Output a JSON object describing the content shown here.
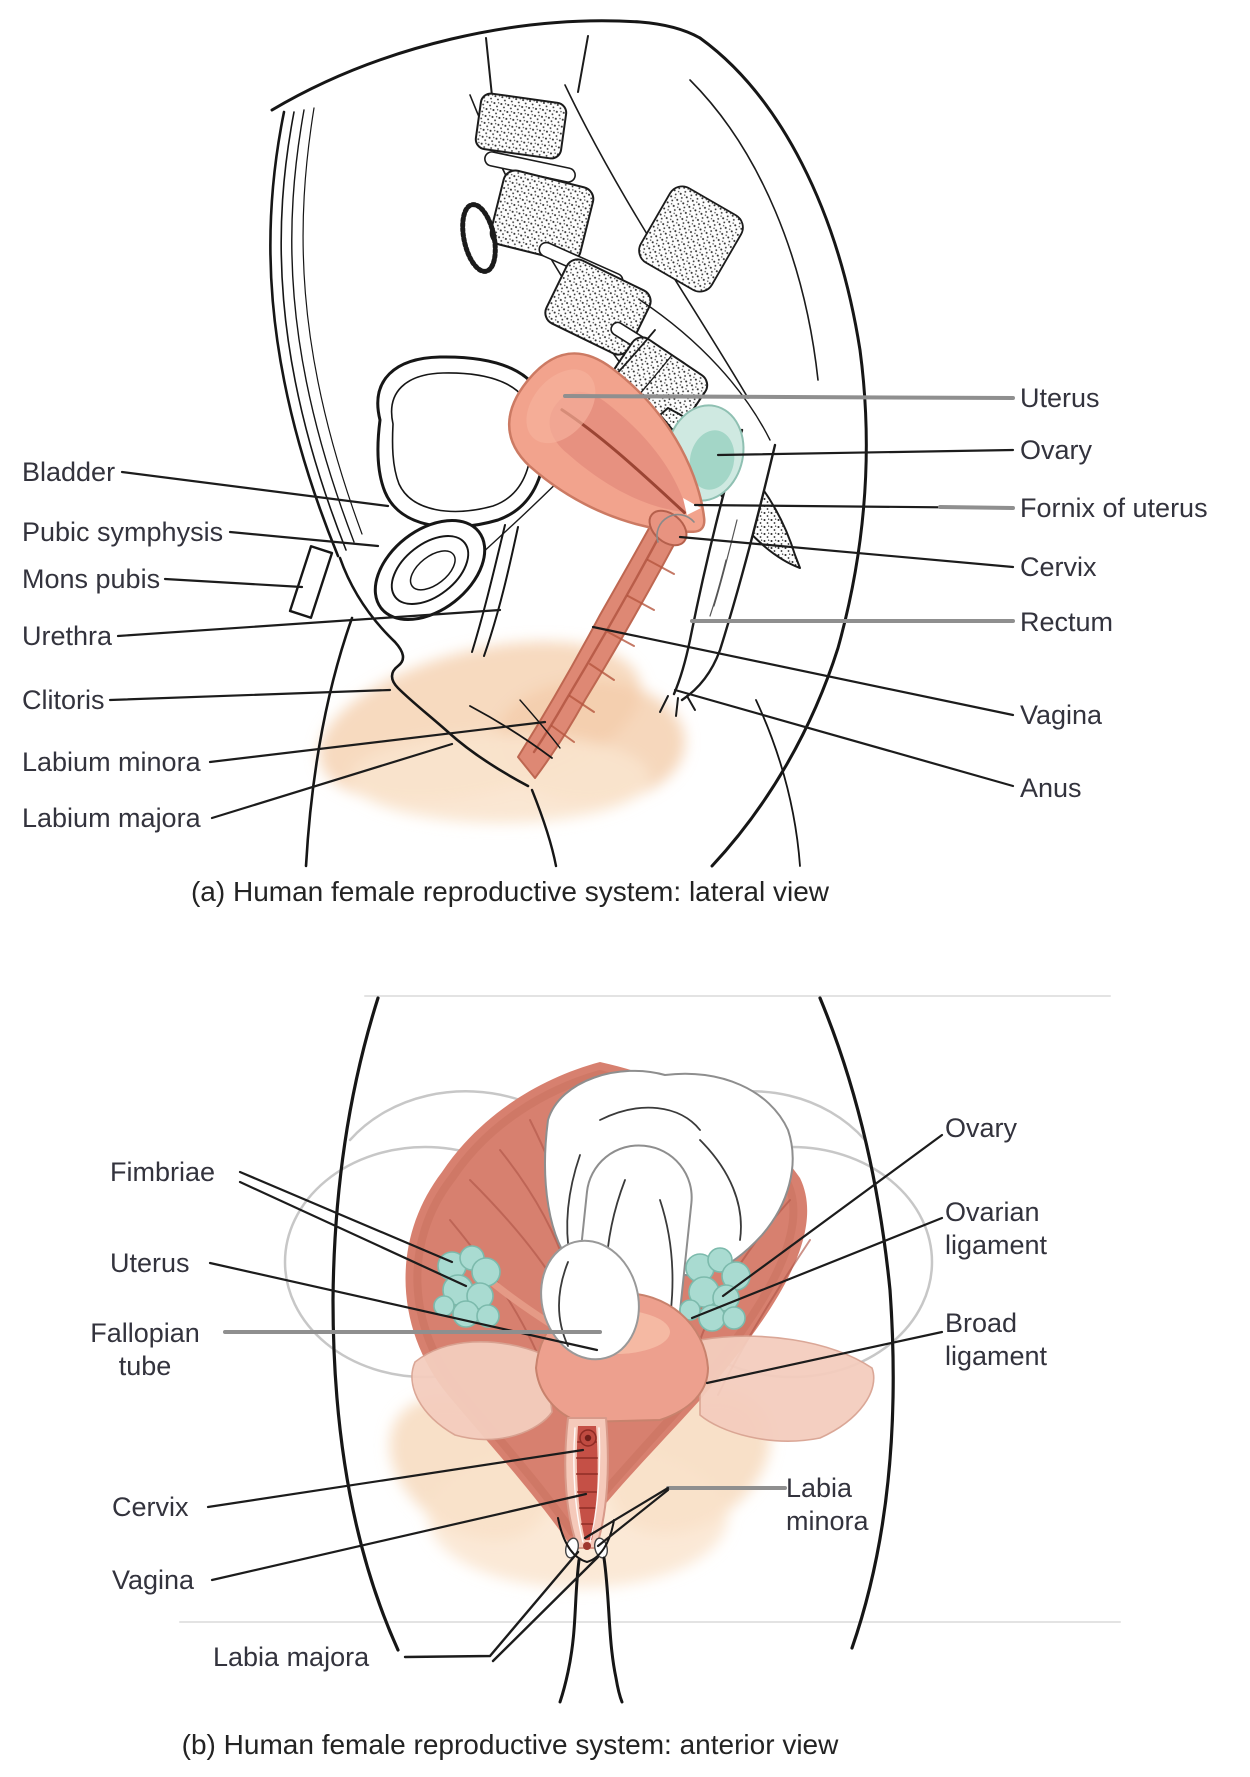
{
  "figure_a": {
    "caption": "(a) Human female reproductive system: lateral view",
    "left_labels": [
      "Bladder",
      "Pubic symphysis",
      "Mons pubis",
      "Urethra",
      "Clitoris",
      "Labium minora",
      "Labium majora"
    ],
    "right_labels": [
      "Uterus",
      "Ovary",
      "Fornix of uterus",
      "Cervix",
      "Rectum",
      "Vagina",
      "Anus"
    ]
  },
  "figure_b": {
    "caption": "(b) Human female reproductive system: anterior view",
    "left_labels": [
      "Fimbriae",
      "Uterus",
      "Fallopian\ntube",
      "Cervix",
      "Vagina",
      "Labia majora"
    ],
    "right_labels": [
      "Ovary",
      "Ovarian\nligament",
      "Broad\nligament",
      "Labia\nminora"
    ]
  },
  "colors": {
    "organ_salmon": "#F2A38D",
    "organ_deep": "#DE8874",
    "ovary_teal": "#CFE9E1",
    "fat_rim_orange": "#E5A057",
    "muscle_red": "#D7806F",
    "skin_peach": "#F8DBBF",
    "vagina_red": "#C55046",
    "leader_black": "#1C1C1C",
    "leader_gray": "#8F8F8F",
    "label_text": "#33333D"
  }
}
